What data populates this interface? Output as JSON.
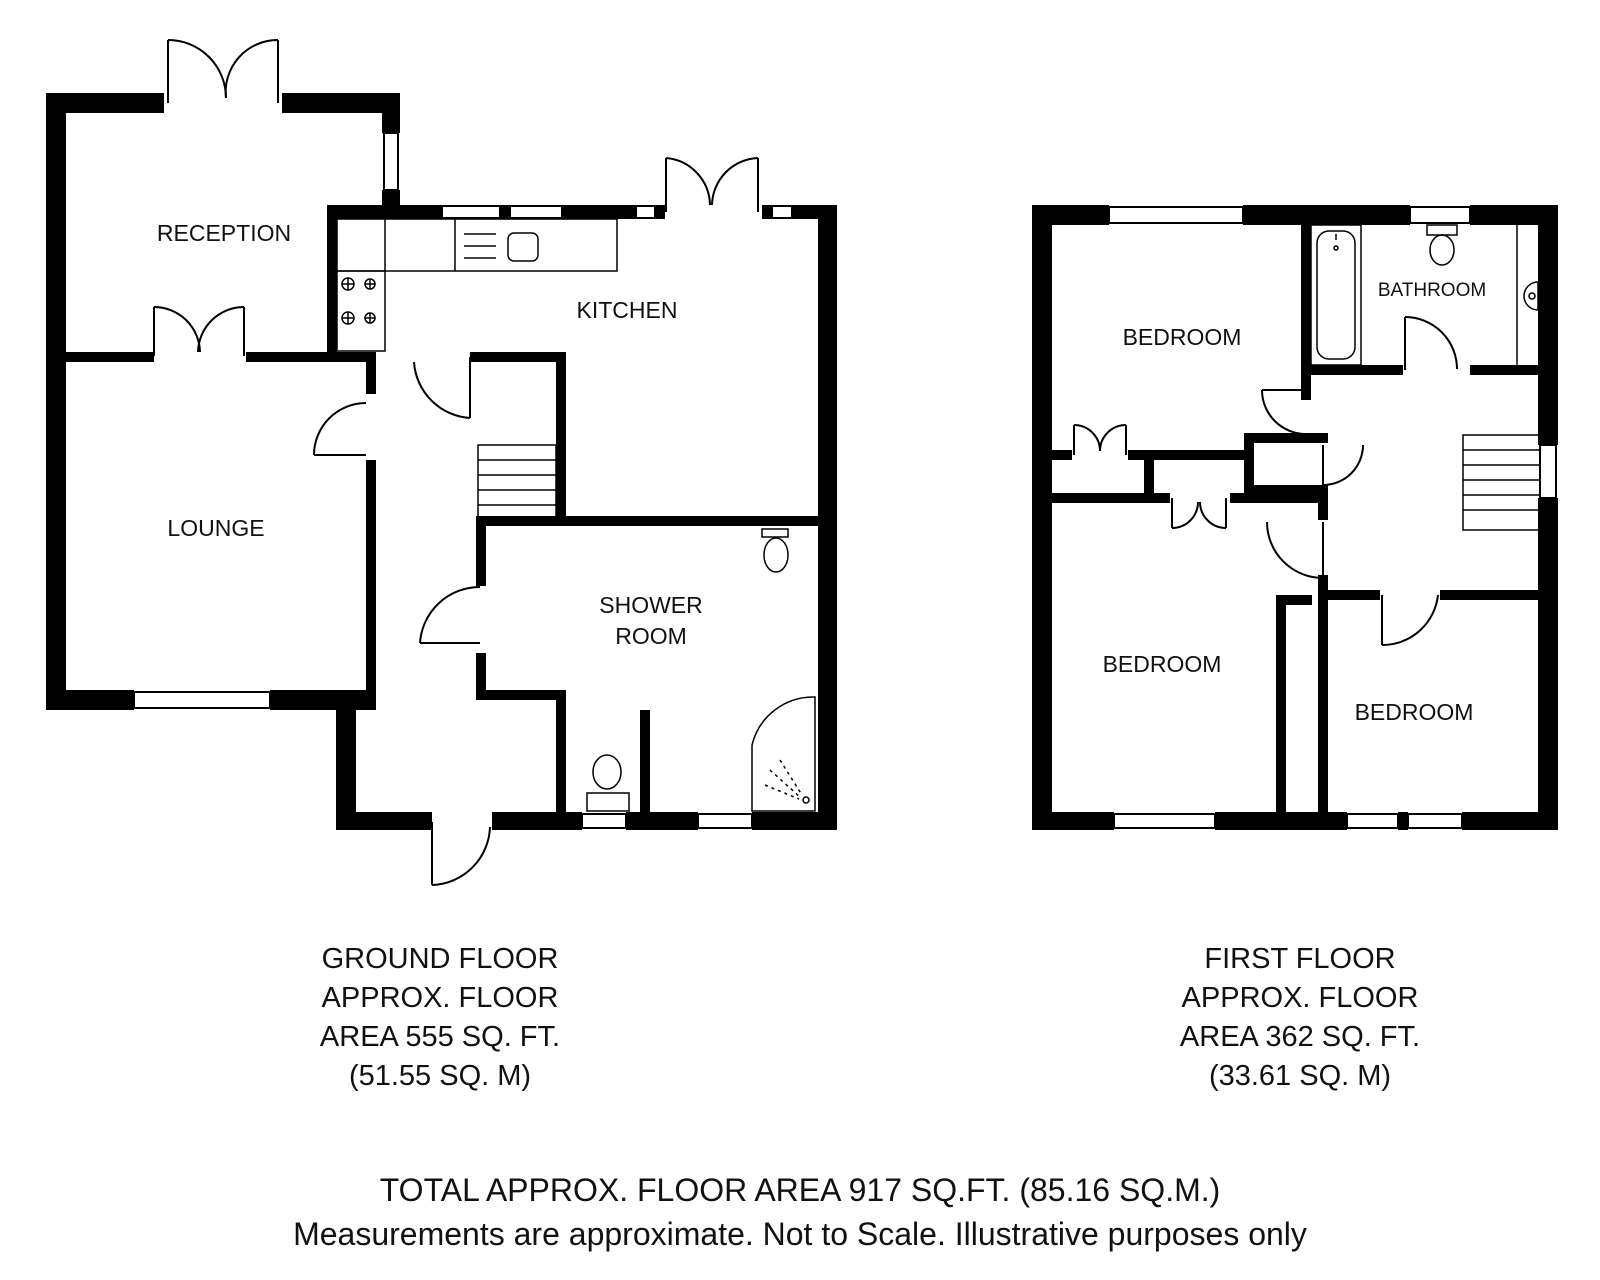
{
  "rooms": {
    "reception": "RECEPTION",
    "kitchen": "KITCHEN",
    "lounge": "LOUNGE",
    "shower_room_line1": "SHOWER",
    "shower_room_line2": "ROOM",
    "bedroom_1": "BEDROOM",
    "bathroom": "BATHROOM",
    "bedroom_2": "BEDROOM",
    "bedroom_3": "BEDROOM"
  },
  "ground_floor": {
    "line1": "GROUND FLOOR",
    "line2": "APPROX. FLOOR",
    "line3": "AREA 555 SQ. FT.",
    "line4": "(51.55 SQ. M)"
  },
  "first_floor": {
    "line1": "FIRST FLOOR",
    "line2": "APPROX. FLOOR",
    "line3": "AREA 362 SQ. FT.",
    "line4": "(33.61 SQ. M)"
  },
  "total": {
    "line1": "TOTAL APPROX. FLOOR AREA 917 SQ.FT. (85.16 SQ.M.)",
    "line2": "Measurements are approximate. Not to Scale. Illustrative purposes only"
  }
}
